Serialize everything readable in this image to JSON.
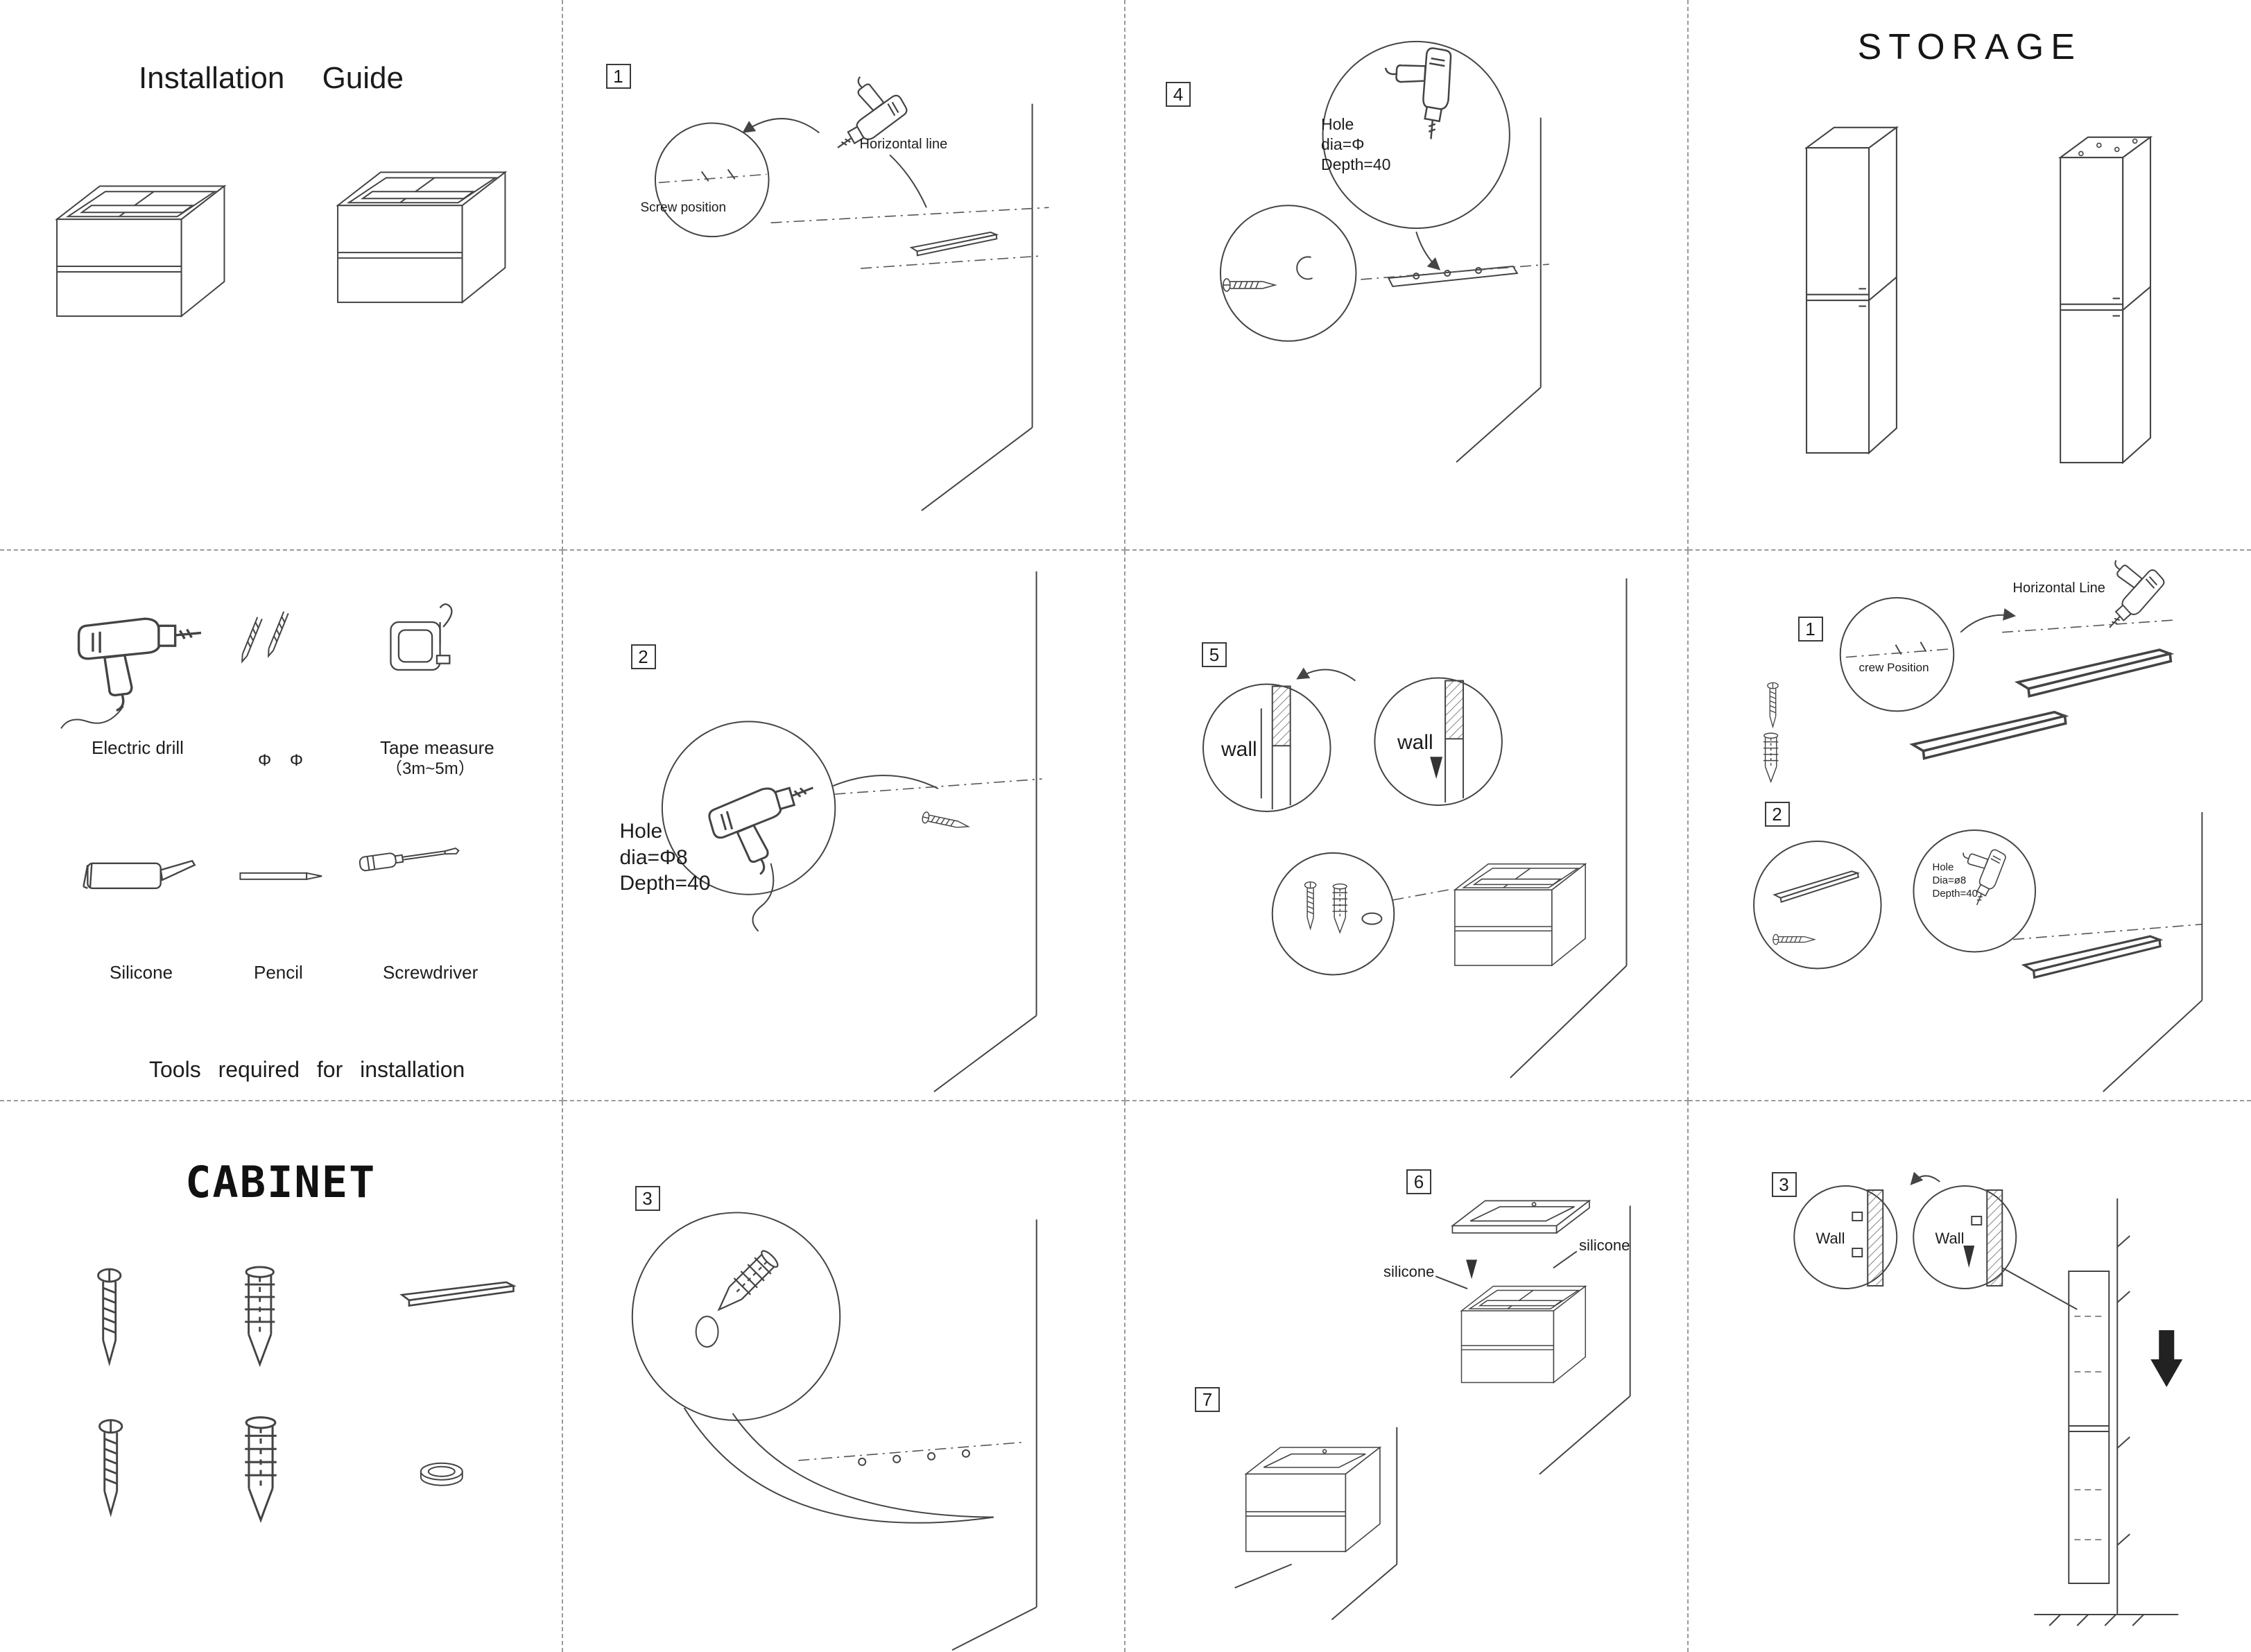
{
  "install": {
    "title": "Installation Guide"
  },
  "storage": {
    "title": "STORAGE"
  },
  "cabinet": {
    "title": "CABINET"
  },
  "step1": {
    "num": "1",
    "label_horizontal": "Horizontal line",
    "label_screw": "Screw position"
  },
  "step2": {
    "num": "2",
    "hole_label": "Hole\ndia=Φ8\nDepth=40"
  },
  "step3": {
    "num": "3"
  },
  "step4": {
    "num": "4",
    "hole_label": "Hole\ndia=Φ\nDepth=40"
  },
  "step5": {
    "num": "5",
    "wall_left": "wall",
    "wall_right": "wall"
  },
  "step67": {
    "num6": "6",
    "num7": "7",
    "silicone_left": "silicone",
    "silicone_right": "silicone"
  },
  "storage_steps": {
    "s1": {
      "num": "1",
      "label_horizontal": "Horizontal Line",
      "label_screw": "crew Position"
    },
    "s2": {
      "num": "2",
      "hole_label": "Hole\nDia=ø8\nDepth=40"
    }
  },
  "storage_step3": {
    "num": "3",
    "wall_left": "Wall",
    "wall_right": "Wall"
  },
  "tools": {
    "electric_drill": "Electric drill",
    "bits_label": "Φ    Φ",
    "tape_measure": "Tape measure",
    "tape_range": "（3m~5m）",
    "silicone": "Silicone",
    "pencil": "Pencil",
    "screwdriver": "Screwdriver",
    "caption": "Tools required for installation"
  }
}
